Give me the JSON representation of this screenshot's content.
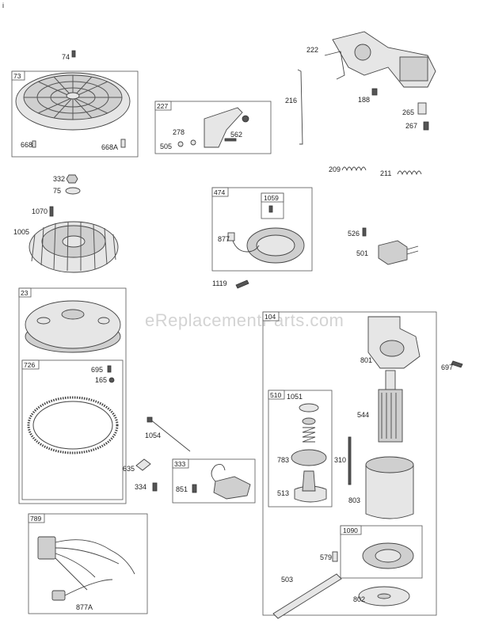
{
  "watermark": "eReplacementParts.com",
  "corner_mark": "i",
  "callouts": {
    "c74": "74",
    "c668": "668",
    "c668A": "668A",
    "c332": "332",
    "c75": "75",
    "c1070": "1070",
    "c1005": "1005",
    "c695": "695",
    "c165": "165",
    "c278": "278",
    "c505": "505",
    "c562": "562",
    "c216": "216",
    "c222": "222",
    "c188": "188",
    "c265": "265",
    "c267": "267",
    "c209": "209",
    "c211": "211",
    "c877": "877",
    "c1119": "1119",
    "c526": "526",
    "c501": "501",
    "c801": "801",
    "c697": "697",
    "c1051": "1051",
    "c544": "544",
    "c783": "783",
    "c310": "310",
    "c513": "513",
    "c803": "803",
    "c579": "579",
    "c503": "503",
    "c802": "802",
    "c1054": "1054",
    "c635": "635",
    "c334": "334",
    "c851": "851",
    "c877A": "877A"
  },
  "boxes": {
    "b73": "73",
    "b227": "227",
    "b474": "474",
    "b1059": "1059",
    "b23": "23",
    "b726": "726",
    "b104": "104",
    "b510": "510",
    "b1090": "1090",
    "b333": "333",
    "b789": "789"
  }
}
